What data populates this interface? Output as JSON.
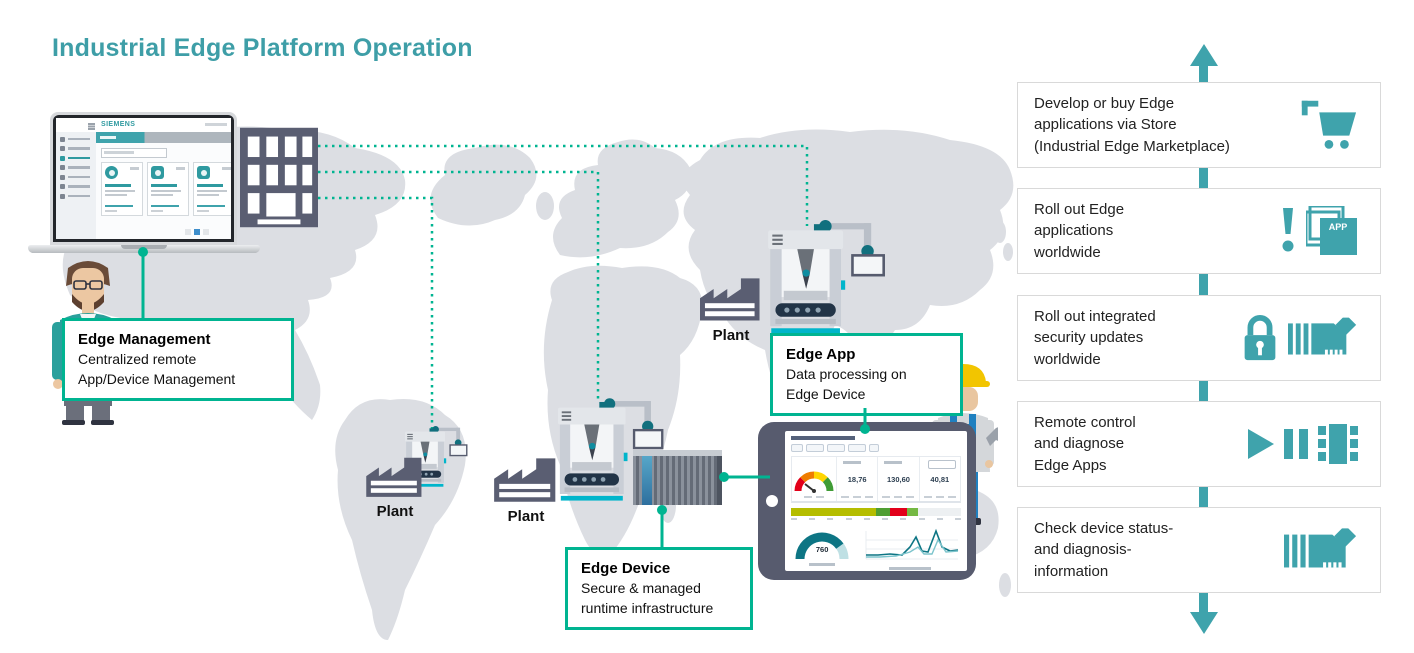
{
  "title": "Industrial Edge Platform Operation",
  "colors": {
    "title_teal": "#3E9EA7",
    "accent_teal": "#3FA3AC",
    "connector_green": "#00B491",
    "slate": "#5A5E72",
    "map_gray": "#DCDEE3",
    "alert_red": "#E2001A",
    "helmet_yellow": "#F2C500",
    "overalls_blue": "#1F80C0"
  },
  "laptop": {
    "brand": "SIEMENS"
  },
  "plants": [
    {
      "label": "Plant"
    },
    {
      "label": "Plant"
    },
    {
      "label": "Plant"
    }
  ],
  "callouts": {
    "edge_management": {
      "title": "Edge Management",
      "body": "Centralized remote\nApp/Device Management"
    },
    "edge_app": {
      "title": "Edge App",
      "body": "Data processing on\nEdge Device"
    },
    "edge_device": {
      "title": "Edge Device",
      "body": "Secure & managed\nruntime infrastructure"
    }
  },
  "tablet": {
    "kpi_values": {
      "value1": "18,76",
      "value2": "130,60",
      "value3": "40,81",
      "gauge_value": "760"
    }
  },
  "steps": [
    {
      "text": "Develop or buy Edge\napplications via Store\n(Industrial Edge Marketplace)"
    },
    {
      "text": "Roll out Edge\napplications\nworldwide",
      "app_label": "APP"
    },
    {
      "text": "Roll out integrated\nsecurity updates\nworldwide"
    },
    {
      "text": "Remote control\nand diagnose\nEdge Apps"
    },
    {
      "text": "Check device status-\nand diagnosis-\ninformation"
    }
  ]
}
